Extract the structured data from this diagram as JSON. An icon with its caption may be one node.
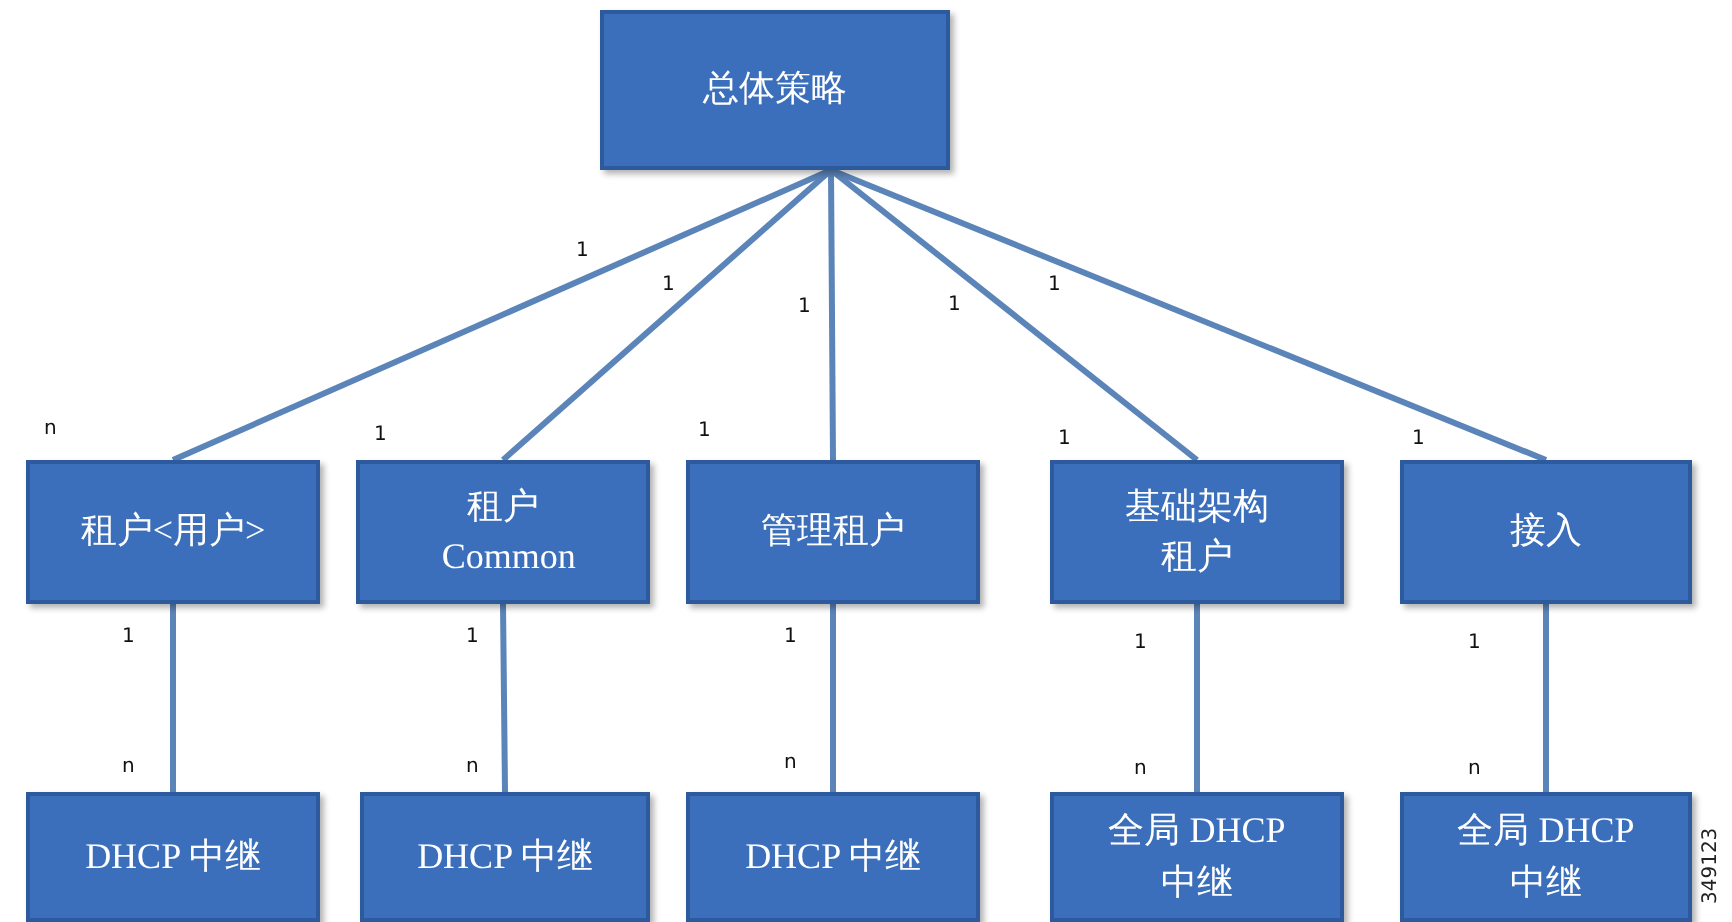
{
  "diagram": {
    "nodes": [
      {
        "text": [
          "总体策略"
        ]
      },
      {
        "text": [
          "租户<用户>"
        ]
      },
      {
        "text": [
          "租户 Common"
        ]
      },
      {
        "text": [
          "管理租户"
        ]
      },
      {
        "text": [
          "基础架构租户"
        ]
      },
      {
        "text": [
          "接入"
        ]
      },
      {
        "text": [
          "DHCP 中继"
        ]
      },
      {
        "text": [
          "DHCP 中继"
        ]
      },
      {
        "text": [
          "DHCP 中继"
        ]
      },
      {
        "text": [
          "全局 DHCP 中继"
        ]
      },
      {
        "text": [
          "全局 DHCP 中继"
        ]
      }
    ],
    "edges": [
      {
        "from": 0,
        "to": 1,
        "arrow": "none"
      },
      {
        "from": 0,
        "to": 2,
        "arrow": "none"
      },
      {
        "from": 0,
        "to": 3,
        "arrow": "none"
      },
      {
        "from": 0,
        "to": 4,
        "arrow": "none"
      },
      {
        "from": 0,
        "to": 5,
        "arrow": "none"
      },
      {
        "from": 1,
        "to": 6,
        "arrow": "none"
      },
      {
        "from": 2,
        "to": 7,
        "arrow": "none"
      },
      {
        "from": 3,
        "to": 8,
        "arrow": "none"
      },
      {
        "from": 4,
        "to": 9,
        "arrow": "none"
      },
      {
        "from": 5,
        "to": 10,
        "arrow": "none"
      }
    ],
    "labels": [
      "1",
      "1",
      "1",
      "1",
      "1",
      "n",
      "1",
      "1",
      "1",
      "1",
      "1",
      "1",
      "1",
      "1",
      "1",
      "n",
      "n",
      "n",
      "n",
      "n",
      "349123"
    ]
  }
}
